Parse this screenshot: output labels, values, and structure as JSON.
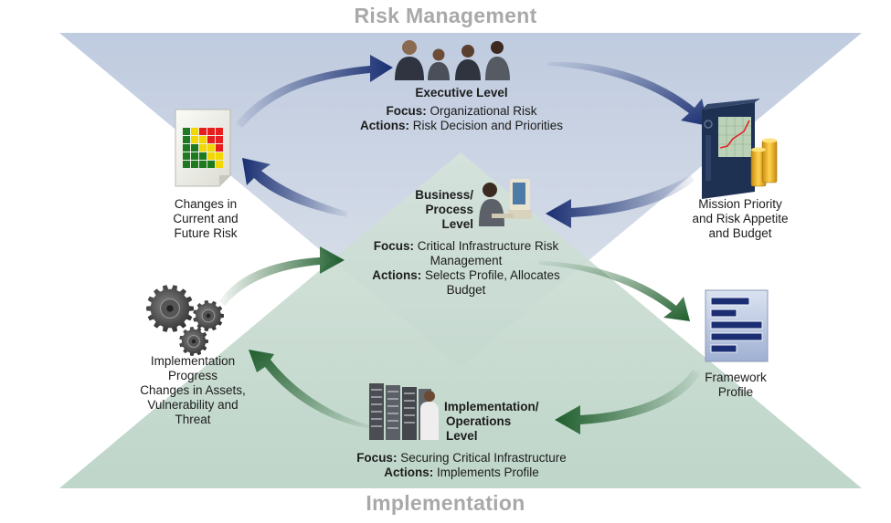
{
  "titles": {
    "top": "Risk Management",
    "bottom": "Implementation"
  },
  "colors": {
    "risk_band": "#c1cde0",
    "implementation_band": "#bdd4c9",
    "arrow_blue": "#1a2f72",
    "arrow_green": "#1f5e2c",
    "title_gray": "#a9a9a9"
  },
  "executive": {
    "title": "Executive Level",
    "focus_label": "Focus:",
    "focus_text": "Organizational Risk",
    "actions_label": "Actions:",
    "actions_text": "Risk Decision and Priorities",
    "icon": "people-meeting-icon"
  },
  "business": {
    "title_lines": [
      "Business/",
      "Process",
      "Level"
    ],
    "focus_label": "Focus:",
    "focus_text_lines": [
      "Critical Infrastructure Risk",
      "Management"
    ],
    "actions_label": "Actions:",
    "actions_text_lines": [
      "Selects Profile, Allocates",
      "Budget"
    ],
    "icon": "person-at-computer-icon"
  },
  "implementation": {
    "title_lines": [
      "Implementation/",
      "Operations",
      "Level"
    ],
    "focus_label": "Focus:",
    "focus_text": "Securing Critical Infrastructure",
    "actions_label": "Actions:",
    "actions_text": "Implements Profile",
    "icon": "server-technician-icon"
  },
  "nodes": {
    "changes_risk": {
      "lines": [
        "Changes in",
        "Current and",
        "Future Risk"
      ],
      "icon": "risk-heatmap-document-icon",
      "heatmap": [
        [
          "G",
          "Y",
          "R",
          "R",
          "R"
        ],
        [
          "G",
          "Y",
          "Y",
          "R",
          "R"
        ],
        [
          "G",
          "G",
          "Y",
          "Y",
          "R"
        ],
        [
          "G",
          "G",
          "G",
          "Y",
          "Y"
        ],
        [
          "G",
          "G",
          "G",
          "G",
          "Y"
        ]
      ]
    },
    "mission_priority": {
      "lines": [
        "Mission Priority",
        "and Risk Appetite",
        "and Budget"
      ],
      "icon": "binder-chart-coins-icon"
    },
    "framework_profile": {
      "lines": [
        "Framework",
        "Profile"
      ],
      "icon": "profile-document-icon"
    },
    "implementation_progress": {
      "lines": [
        "Implementation",
        "Progress",
        "Changes in Assets,",
        "Vulnerability and",
        "Threat"
      ],
      "icon": "gears-icon"
    }
  }
}
